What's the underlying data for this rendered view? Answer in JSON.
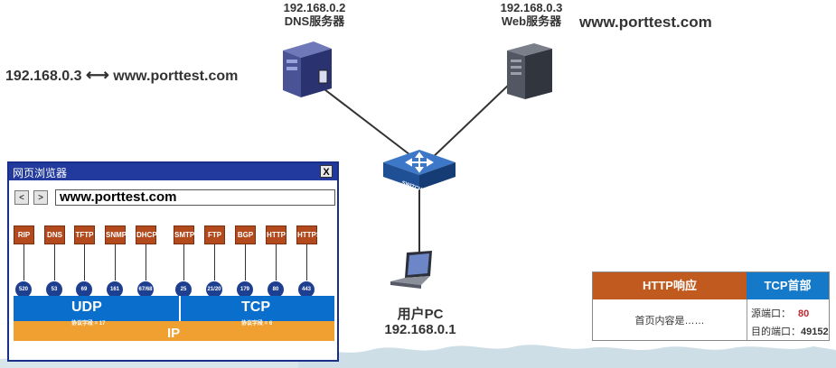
{
  "dns_server": {
    "ip": "192.168.0.2",
    "name": "DNS服务器",
    "icon": "server-icon"
  },
  "web_server": {
    "ip": "192.168.0.3",
    "name": "Web服务器",
    "domain": "www.porttest.com",
    "icon": "server-icon"
  },
  "mapping": {
    "ip": "192.168.0.3",
    "arrow": "⟷",
    "domain": "www.porttest.com"
  },
  "switch": {
    "label": "SWITCH",
    "icon": "switch-icon"
  },
  "user_pc": {
    "name": "用户PC",
    "ip": "192.168.0.1",
    "icon": "laptop-icon"
  },
  "browser": {
    "title": "网页浏览器",
    "close": "X",
    "back": "<",
    "forward": ">",
    "url": "www.porttest.com",
    "protocols": [
      {
        "name": "RIP",
        "port": "520"
      },
      {
        "name": "DNS",
        "port": "53"
      },
      {
        "name": "TFTP",
        "port": "69"
      },
      {
        "name": "SNMP",
        "port": "161"
      },
      {
        "name": "DHCP",
        "port": "67/68"
      },
      {
        "name": "SMTP",
        "port": "25"
      },
      {
        "name": "FTP",
        "port": "21/20"
      },
      {
        "name": "BGP",
        "port": "179"
      },
      {
        "name": "HTTP",
        "port": "80"
      },
      {
        "name": "HTTPS",
        "port": "443"
      }
    ],
    "udp": {
      "label": "UDP",
      "field": "协议字段 = 17"
    },
    "tcp": {
      "label": "TCP",
      "field": "协议字段 = 6"
    },
    "ip": {
      "label": "IP"
    }
  },
  "http_box": {
    "response_header": "HTTP响应",
    "response_body": "首页内容是……",
    "tcp_header": "TCP首部",
    "src_port_label": "源端口：",
    "src_port_value": "80",
    "dst_port_label": "目的端口：",
    "dst_port_value": "49152"
  },
  "colors": {
    "accent_blue": "#0a6fcc",
    "ip_orange": "#f0a030",
    "protocol_red": "#b24a1e",
    "http_header": "#c05a1e",
    "tcp_header": "#1479c8"
  }
}
